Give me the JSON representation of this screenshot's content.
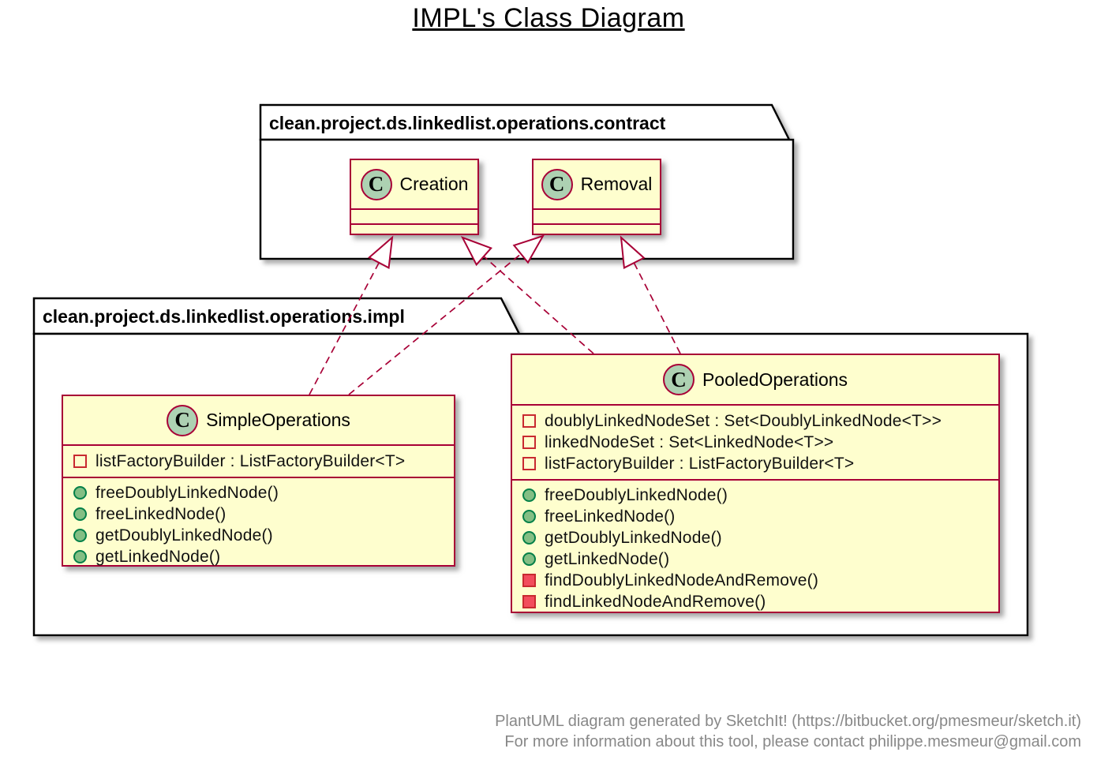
{
  "page_title": "IMPL's Class Diagram",
  "packages": {
    "contract": {
      "name": "clean.project.ds.linkedlist.operations.contract"
    },
    "impl": {
      "name": "clean.project.ds.linkedlist.operations.impl"
    }
  },
  "classes": {
    "creation": {
      "badge": "C",
      "name": "Creation",
      "fields": [],
      "methods": []
    },
    "removal": {
      "badge": "C",
      "name": "Removal",
      "fields": [],
      "methods": []
    },
    "simple": {
      "badge": "C",
      "name": "SimpleOperations",
      "fields": [
        {
          "visibility": "private",
          "text": "listFactoryBuilder : ListFactoryBuilder<T>"
        }
      ],
      "methods": [
        {
          "visibility": "public",
          "text": "freeDoublyLinkedNode()"
        },
        {
          "visibility": "public",
          "text": "freeLinkedNode()"
        },
        {
          "visibility": "public",
          "text": "getDoublyLinkedNode()"
        },
        {
          "visibility": "public",
          "text": "getLinkedNode()"
        }
      ]
    },
    "pooled": {
      "badge": "C",
      "name": "PooledOperations",
      "fields": [
        {
          "visibility": "private",
          "text": "doublyLinkedNodeSet : Set<DoublyLinkedNode<T>>"
        },
        {
          "visibility": "private",
          "text": "linkedNodeSet : Set<LinkedNode<T>>"
        },
        {
          "visibility": "private",
          "text": "listFactoryBuilder : ListFactoryBuilder<T>"
        }
      ],
      "methods": [
        {
          "visibility": "public",
          "text": "freeDoublyLinkedNode()"
        },
        {
          "visibility": "public",
          "text": "freeLinkedNode()"
        },
        {
          "visibility": "public",
          "text": "getDoublyLinkedNode()"
        },
        {
          "visibility": "public",
          "text": "getLinkedNode()"
        },
        {
          "visibility": "private",
          "text": "findDoublyLinkedNodeAndRemove()"
        },
        {
          "visibility": "private",
          "text": "findLinkedNodeAndRemove()"
        }
      ]
    }
  },
  "relations": [
    {
      "from": "SimpleOperations",
      "to": "Creation",
      "type": "realization",
      "line": "dashed",
      "head": "hollow-triangle"
    },
    {
      "from": "SimpleOperations",
      "to": "Removal",
      "type": "realization",
      "line": "dashed",
      "head": "hollow-triangle"
    },
    {
      "from": "PooledOperations",
      "to": "Creation",
      "type": "realization",
      "line": "dashed",
      "head": "hollow-triangle"
    },
    {
      "from": "PooledOperations",
      "to": "Removal",
      "type": "realization",
      "line": "dashed",
      "head": "hollow-triangle"
    }
  ],
  "footer": {
    "line1": "PlantUML diagram generated by SketchIt! (https://bitbucket.org/pmesmeur/sketch.it)",
    "line2": "For more information about this tool, please contact philippe.mesmeur@gmail.com"
  },
  "colors": {
    "class_fill": "#FEFECE",
    "class_border": "#A80036",
    "badge_fill": "#ADD1B2",
    "public_icon": "#84BE84",
    "public_icon_border": "#038048",
    "private_icon": "#F24D5C",
    "private_icon_border": "#C82930",
    "relation_line": "#A80036",
    "footer_text": "#888888"
  }
}
